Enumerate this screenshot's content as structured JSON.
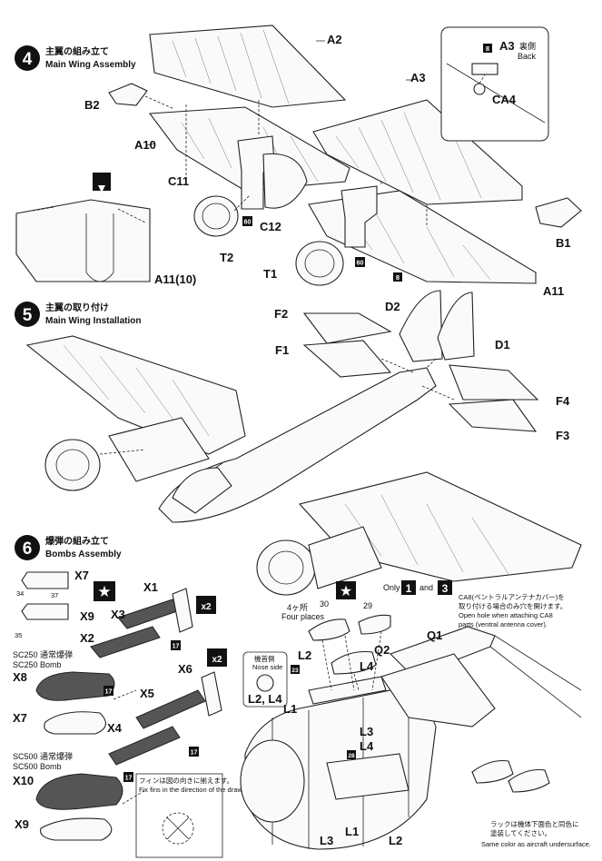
{
  "steps": [
    {
      "number": "4",
      "title_jp": "主翼の組み立て",
      "title_en": "Main Wing Assembly"
    },
    {
      "number": "5",
      "title_jp": "主翼の取り付け",
      "title_en": "Main Wing Installation"
    },
    {
      "number": "6",
      "title_jp": "爆弾の組み立て",
      "title_en": "Bombs Assembly"
    }
  ],
  "step4_labels": {
    "a2": "A2",
    "a3": "A3",
    "a3_back": "A3",
    "back_jp": "裏側",
    "back_en": "Back",
    "ca4": "CA4",
    "b2": "B2",
    "a10": "A10",
    "c11": "C11",
    "c12": "C12",
    "t2": "T2",
    "t1": "T1",
    "b1": "B1",
    "a11": "A11",
    "a11_10": "A11(10)",
    "n60a": "60",
    "n60b": "60",
    "n8a": "8",
    "n8b": "8"
  },
  "step5_labels": {
    "f2": "F2",
    "f1": "F1",
    "d2": "D2",
    "d1": "D1",
    "f4": "F4",
    "f3": "F3"
  },
  "step6_labels": {
    "x7a": "X7",
    "x9a": "X9",
    "n34": "34",
    "n37": "37",
    "n35": "35",
    "x1": "X1",
    "x3": "X3",
    "x2": "X2",
    "n17a": "17",
    "mult1": "x2",
    "sc250_jp": "SC250 通常爆弾",
    "sc250_en": "SC250 Bomb",
    "x8": "X8",
    "n17b": "17",
    "x7b": "X7",
    "x6": "X6",
    "mult2": "x2",
    "x5": "X5",
    "x4": "X4",
    "n17c": "17",
    "sc500_jp": "SC500 通常爆弾",
    "sc500_en": "SC500 Bomb",
    "x10": "X10",
    "n17d": "17",
    "x9b": "X9",
    "fin_note_jp": "フィンは図の向きに揃えます。",
    "fin_note_en": "Fix fins in the direction of the drawing.",
    "four_jp": "4ヶ所",
    "four_en": "Four places",
    "n30": "30",
    "n29": "29",
    "nose_jp": "機首側",
    "nose_en": "Nose side",
    "l2l4": "L2, L4",
    "l2a": "L2",
    "l4a": "L4",
    "n23": "23",
    "l1a": "L1",
    "l3a": "L3",
    "n28": "28",
    "l4b": "L4",
    "l3b": "L3",
    "l1b": "L1",
    "l2b": "L2",
    "only": "Only",
    "opt1": "1",
    "and": "and",
    "opt3": "3",
    "ca8_jp1": "CA8(ベントラルアンテナカバー)を",
    "ca8_jp2": "取り付ける場合のみ穴を開けます。",
    "ca8_en1": "Open hole when attaching CA8",
    "ca8_en2": "parts (ventral antenna cover).",
    "q1": "Q1",
    "q2": "Q2",
    "rack_jp1": "ラックは機体下面色と同色に",
    "rack_jp2": "塗装してください。",
    "rack_en1": "Same color as aircraft undersurface."
  },
  "colors": {
    "ink": "#111111",
    "paper": "#ffffff",
    "shade": "#555555"
  }
}
